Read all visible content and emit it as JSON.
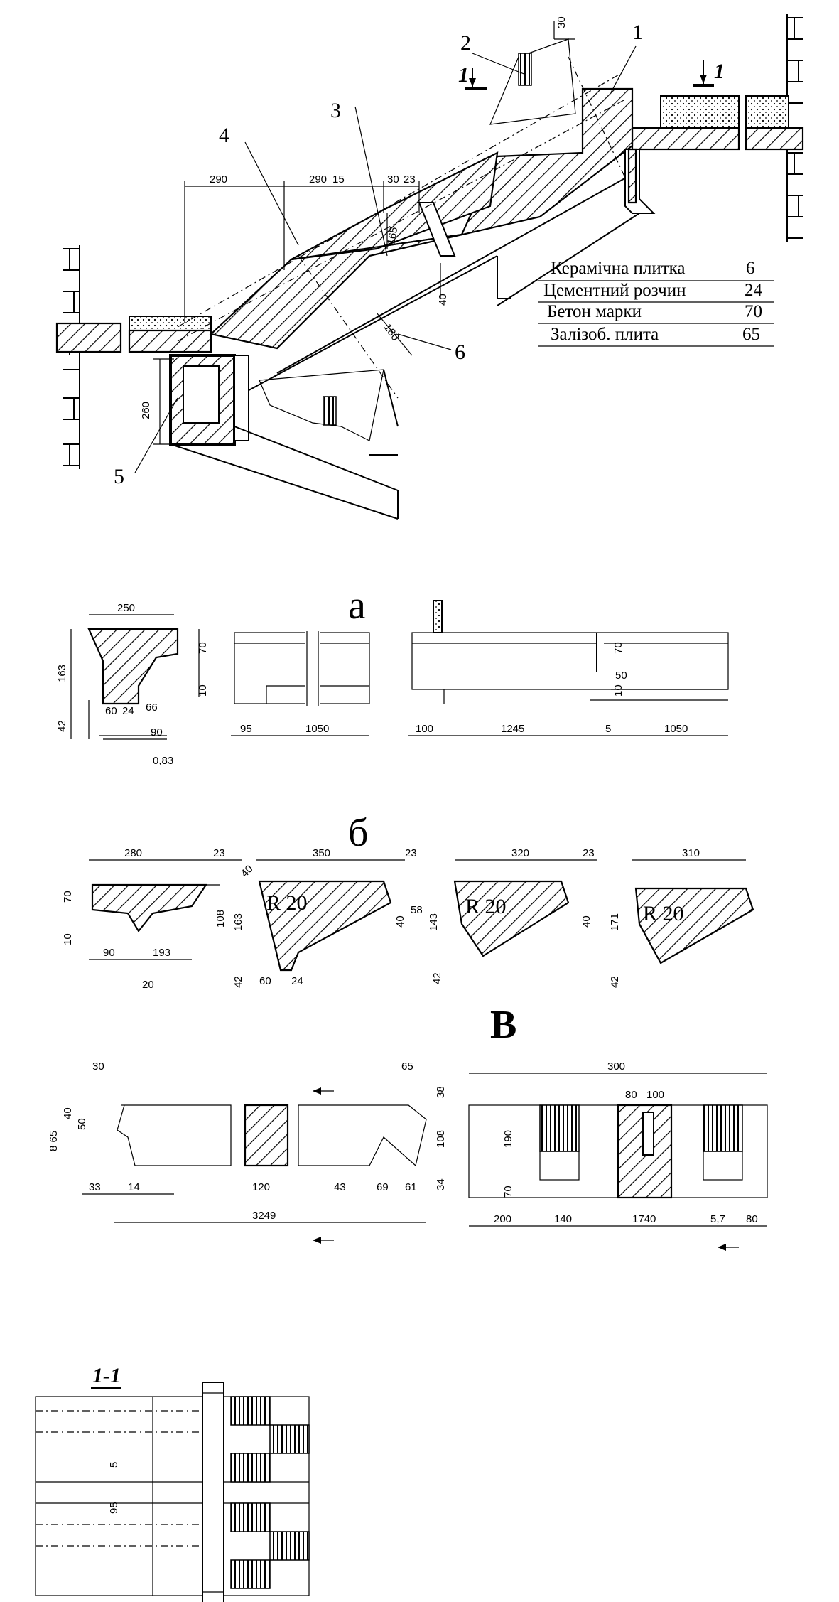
{
  "title": "",
  "callouts": [
    "1",
    "2",
    "3",
    "4",
    "5",
    "6"
  ],
  "section_marks": {
    "left": "1",
    "right": "1",
    "section_label": "1-1"
  },
  "layer_table": [
    {
      "name": "Керамічна плитка",
      "thickness": "6"
    },
    {
      "name": "Цементний розчин",
      "thickness": "24"
    },
    {
      "name": "Бетон марки",
      "thickness": "70"
    },
    {
      "name": "Залізоб. плита",
      "thickness": "65"
    }
  ],
  "view_labels": {
    "a": "а",
    "b": "б",
    "c": "В"
  },
  "main_dims": {
    "d290a": "290",
    "d290b": "290",
    "d15": "15",
    "d30": "30",
    "d23": "23",
    "d30top": "30",
    "d165": "165",
    "d40": "40",
    "d180": "180",
    "d260": "260"
  },
  "view_a": {
    "d250": "250",
    "d163": "163",
    "d42": "42",
    "d70": "70",
    "d10": "10",
    "d60": "60",
    "d24": "24",
    "d66": "66",
    "d90": "90",
    "d083": "0,83",
    "d95": "95",
    "d1050a": "1050",
    "d100": "100",
    "d1245": "1245",
    "d5": "5",
    "d1050b": "1050",
    "d70r": "70",
    "d50": "50",
    "d10r": "10"
  },
  "view_b": {
    "d280": "280",
    "d23a": "23",
    "d350": "350",
    "d23b": "23",
    "d320": "320",
    "d23c": "23",
    "d310": "310",
    "d70": "70",
    "d10": "10",
    "d90": "90",
    "d193": "193",
    "d20": "20",
    "d40a": "40",
    "d108": "108",
    "d163": "163",
    "d42a": "42",
    "d60": "60",
    "d24": "24",
    "r1": "R 20",
    "r2": "R 20",
    "r3": "R 20",
    "d40b": "40",
    "d58": "58",
    "d143": "143",
    "d42b": "42",
    "d40c": "40",
    "d171": "171",
    "d42c": "42"
  },
  "view_c": {
    "d30": "30",
    "d40": "40",
    "d50": "50",
    "d865": "8 65",
    "d33": "33",
    "d14": "14",
    "d120": "120",
    "d43": "43",
    "d69": "69",
    "d61": "61",
    "d3249": "3249",
    "d65": "65",
    "d38": "38",
    "d108": "108",
    "d34": "34",
    "d300": "300",
    "d80": "80",
    "d100": "100",
    "d190": "190",
    "d70": "70",
    "d200": "200",
    "d140": "140",
    "d1740": "1740",
    "d57": "5,7",
    "d80b": "80"
  },
  "section_1_1": {
    "d5": "5",
    "d95": "95"
  }
}
